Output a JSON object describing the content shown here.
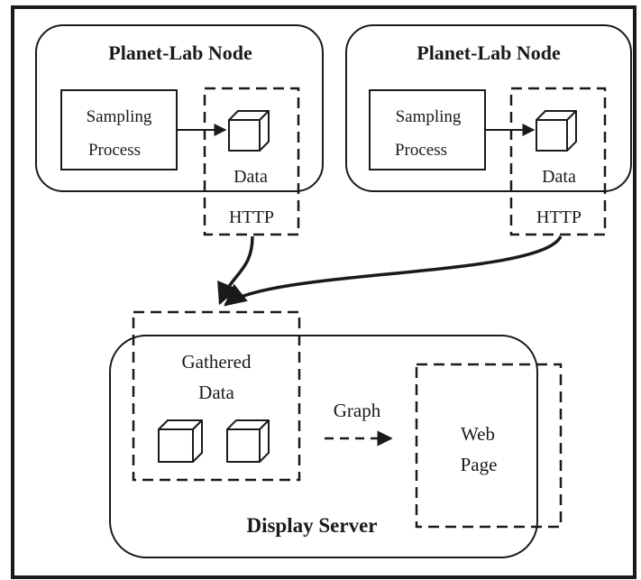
{
  "nodes": [
    {
      "title": "Planet-Lab Node",
      "sampling_line1": "Sampling",
      "sampling_line2": "Process",
      "data_label": "Data",
      "http_label": "HTTP"
    },
    {
      "title": "Planet-Lab Node",
      "sampling_line1": "Sampling",
      "sampling_line2": "Process",
      "data_label": "Data",
      "http_label": "HTTP"
    }
  ],
  "server": {
    "gathered_line1": "Gathered",
    "gathered_line2": "Data",
    "graph_label": "Graph",
    "web_line1": "Web",
    "web_line2": "Page",
    "title": "Display Server"
  },
  "colors": {
    "stroke": "#1a1a1a",
    "background": "#ffffff"
  }
}
